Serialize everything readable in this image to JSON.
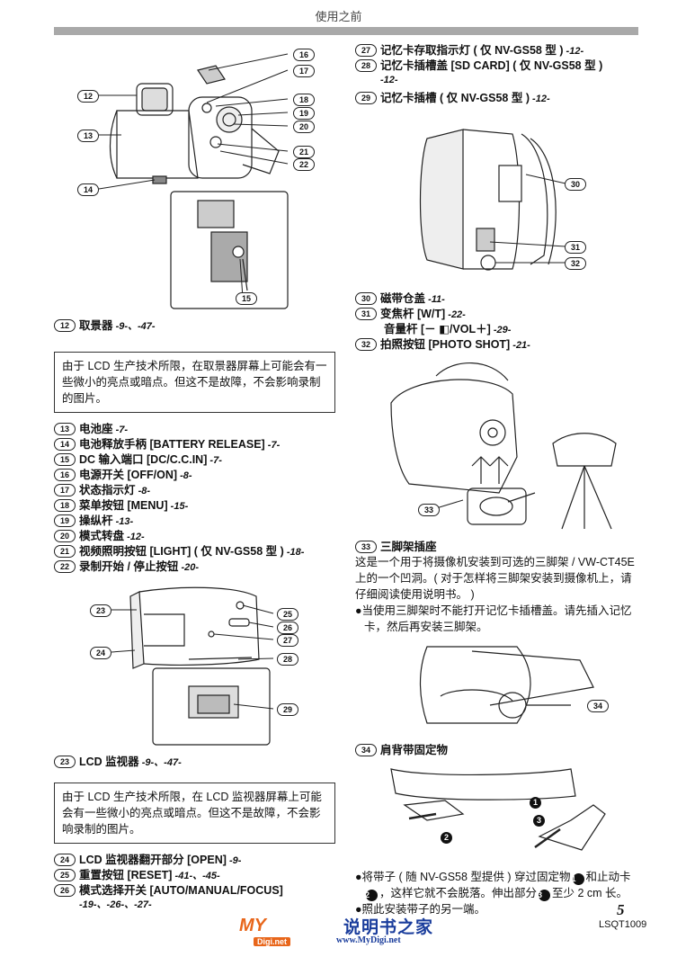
{
  "header": {
    "title": "使用之前"
  },
  "left": {
    "fig1_labels": [
      "12",
      "13",
      "14",
      "15",
      "16",
      "17",
      "18",
      "19",
      "20",
      "21",
      "22"
    ],
    "item12": {
      "n": "12",
      "text": "取景器",
      "pg": " -9-、-47-"
    },
    "note1": "由于 LCD 生产技术所限，在取景器屏幕上可能会有一些微小的亮点或暗点。但这不是故障，不会影响录制的图片。",
    "items_a": [
      {
        "n": "13",
        "text": "电池座",
        "pg": " -7-"
      },
      {
        "n": "14",
        "text": "电池释放手柄 [BATTERY RELEASE]",
        "pg": " -7-"
      },
      {
        "n": "15",
        "text": "DC 输入端口 [DC/C.C.IN]",
        "pg": " -7-"
      },
      {
        "n": "16",
        "text": "电源开关 [OFF/ON]",
        "pg": " -8-"
      },
      {
        "n": "17",
        "text": "状态指示灯",
        "pg": " -8-"
      },
      {
        "n": "18",
        "text": "菜单按钮 [MENU]",
        "pg": " -15-"
      },
      {
        "n": "19",
        "text": "操纵杆",
        "pg": " -13-"
      },
      {
        "n": "20",
        "text": "模式转盘",
        "pg": " -12-"
      },
      {
        "n": "21",
        "text": "视频照明按钮 [LIGHT] ( 仅 NV-GS58 型 )",
        "pg": " -18-"
      },
      {
        "n": "22",
        "text": "录制开始 / 停止按钮",
        "pg": " -20-"
      }
    ],
    "fig2_labels": [
      "23",
      "24",
      "25",
      "26",
      "27",
      "28",
      "29"
    ],
    "item23": {
      "n": "23",
      "text": "LCD 监视器",
      "pg": " -9-、-47-"
    },
    "note2": "由于 LCD 生产技术所限，在 LCD 监视器屏幕上可能会有一些微小的亮点或暗点。但这不是故障，不会影响录制的图片。",
    "items_b": [
      {
        "n": "24",
        "text": "LCD 监视器翻开部分 [OPEN]",
        "pg": " -9-"
      },
      {
        "n": "25",
        "text": "重置按钮 [RESET]",
        "pg": " -41-、-45-"
      },
      {
        "n": "26",
        "text": "模式选择开关 [AUTO/MANUAL/FOCUS]",
        "pg": "",
        "cont": "-19-、-26-、-27-"
      }
    ]
  },
  "right": {
    "items_top": [
      {
        "n": "27",
        "text": "记忆卡存取指示灯 ( 仅 NV-GS58 型 )",
        "pg": " -12-"
      },
      {
        "n": "28",
        "text": "记忆卡插槽盖 [SD CARD] ( 仅 NV-GS58 型 )",
        "pg": "",
        "cont": "-12-"
      },
      {
        "n": "29",
        "text": "记忆卡插槽 ( 仅 NV-GS58 型 )",
        "pg": " -12-"
      }
    ],
    "fig3_labels": [
      "30",
      "31",
      "32"
    ],
    "items_mid": [
      {
        "n": "30",
        "text": "磁带仓盖",
        "pg": " -11-"
      },
      {
        "n": "31",
        "text": "变焦杆 [W/T]",
        "pg": " -22-"
      }
    ],
    "item31b": {
      "text": "音量杆 [－ ◧/VOL＋]",
      "pg": " -29-"
    },
    "item32": {
      "n": "32",
      "text": "拍照按钮 [PHOTO SHOT]",
      "pg": " -21-"
    },
    "fig4_labels": [
      "33"
    ],
    "item33": {
      "n": "33",
      "text": "三脚架插座"
    },
    "para33": "这是一个用于将摄像机安装到可选的三脚架 / VW-CT45E 上的一个凹洞。( 对于怎样将三脚架安装到摄像机上，请仔细阅读使用说明书。 )",
    "bullet33": "●当使用三脚架时不能打开记忆卡插槽盖。请先插入记忆卡，然后再安装三脚架。",
    "fig5_labels": [
      "34"
    ],
    "item34": {
      "n": "34",
      "text": "肩背带固定物"
    },
    "fig6_labels": [
      "1",
      "2",
      "3"
    ],
    "bullet34a_1": "●将带子 ( 随 NV-GS58 型提供 ) 穿过固定物",
    "bullet34a_2": "和止动卡",
    "bullet34a_3": "，这样它就不会脱落。伸出部分",
    "bullet34a_4": "至少 2 cm 长。",
    "bullet34b": "●照此安装带子的另一端。"
  },
  "footer": {
    "page": "5",
    "code": "LSQT1009",
    "site_cn": "说明书之家",
    "site_url": "www.MyDigi.net",
    "logo": "MY",
    "logo_tag": "Digi.net"
  }
}
